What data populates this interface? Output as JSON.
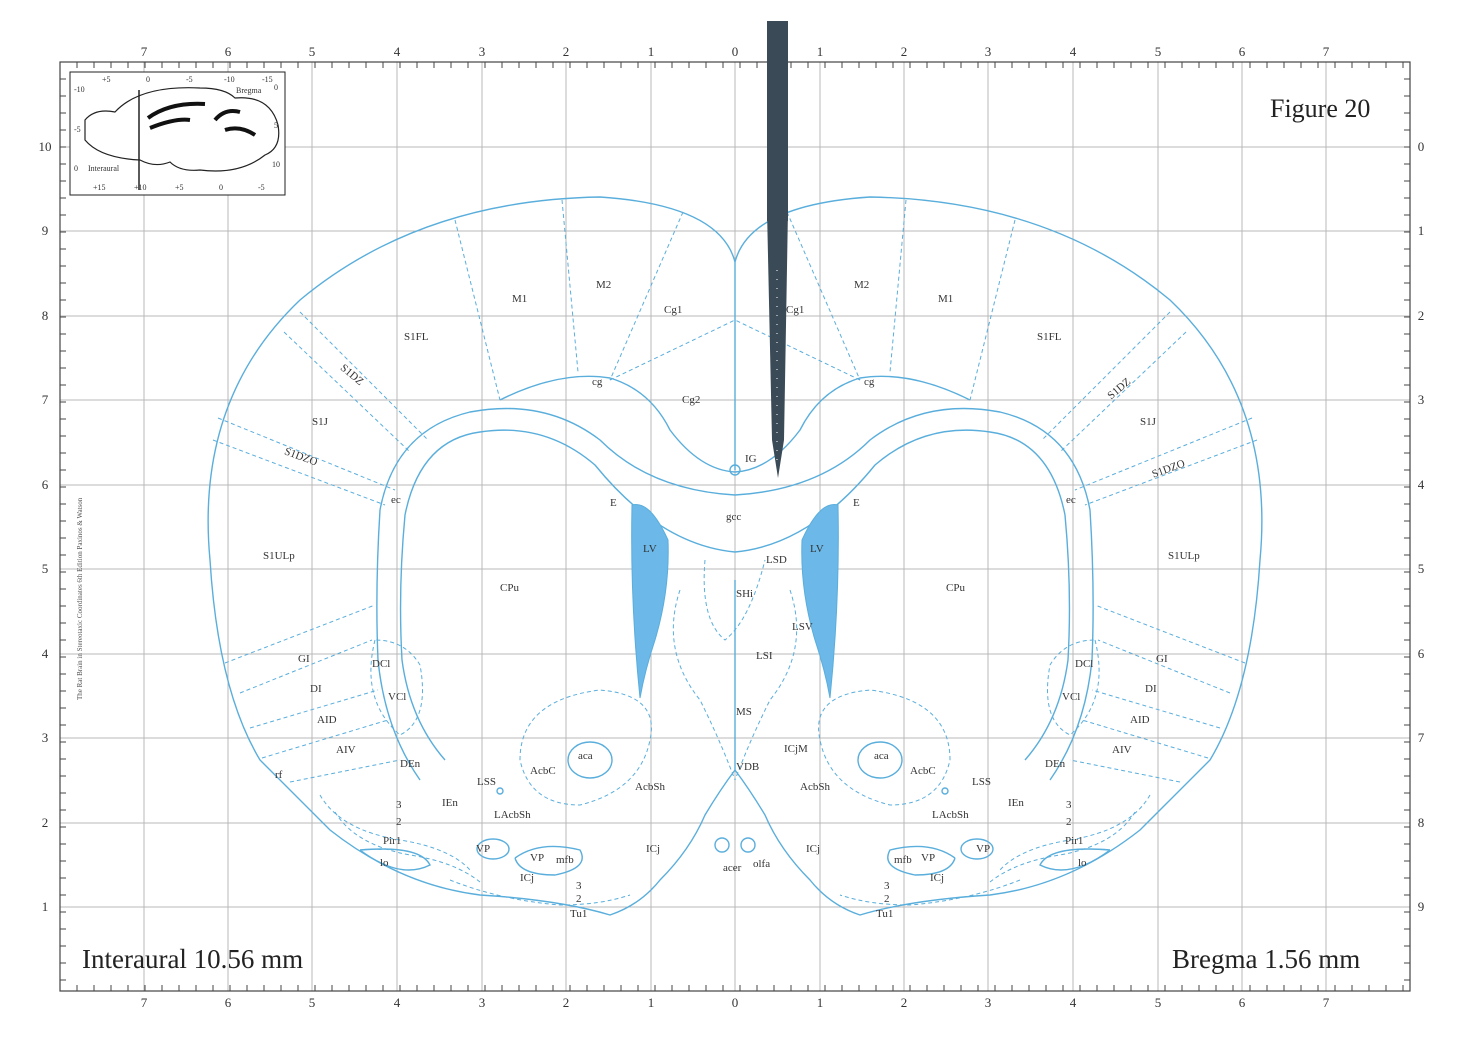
{
  "figure_label": "Figure 20",
  "interaural": "Interaural 10.56 mm",
  "bregma": "Bregma 1.56 mm",
  "side_caption": "The Rat Brain in Stereotaxic Coordinates 6th Edition Paxinos & Watson",
  "top_ticks": [
    "7",
    "6",
    "5",
    "4",
    "3",
    "2",
    "1",
    "0",
    "1",
    "2",
    "3",
    "4",
    "5",
    "6",
    "7"
  ],
  "bottom_ticks": [
    "7",
    "6",
    "5",
    "4",
    "3",
    "2",
    "1",
    "0",
    "1",
    "2",
    "3",
    "4",
    "5",
    "6",
    "7"
  ],
  "left_ticks": [
    "10",
    "9",
    "8",
    "7",
    "6",
    "5",
    "4",
    "3",
    "2",
    "1"
  ],
  "right_ticks": [
    "0",
    "1",
    "2",
    "3",
    "4",
    "5",
    "6",
    "7",
    "8",
    "9"
  ],
  "inset": {
    "label_bregma": "Bregma",
    "label_interaural": "Interaural",
    "top": [
      "+5",
      "0",
      "-5",
      "-10",
      "-15"
    ],
    "bottom": [
      "+15",
      "+10",
      "+5",
      "0",
      "-5"
    ],
    "left": [
      "-10",
      "-5",
      "0"
    ],
    "right": [
      "0",
      "5",
      "10"
    ]
  },
  "regions": {
    "m1_l": "M1",
    "m2_l": "M2",
    "cg1_l": "Cg1",
    "cg2": "Cg2",
    "cg_l": "cg",
    "m1_r": "M1",
    "m2_r": "M2",
    "cg1_r": "Cg1",
    "cg_r": "cg",
    "s1fl_l": "S1FL",
    "s1dz_l": "S1DZ",
    "s1j_l": "S1J",
    "s1dzo_l": "S1DZO",
    "s1ulp_l": "S1ULp",
    "s1fl_r": "S1FL",
    "s1dz_r": "S1DZ",
    "s1j_r": "S1J",
    "s1dzo_r": "S1DZO",
    "s1ulp_r": "S1ULp",
    "ec_l": "ec",
    "ec_r": "ec",
    "cpu_l": "CPu",
    "cpu_r": "CPu",
    "gi_l": "GI",
    "di_l": "DI",
    "aid_l": "AID",
    "aiv_l": "AIV",
    "rf": "rf",
    "gi_r": "GI",
    "di_r": "DI",
    "aid_r": "AID",
    "aiv_r": "AIV",
    "dci_l": "DCl",
    "vci_l": "VCl",
    "den_l": "DEn",
    "ien_l": "IEn",
    "dci_r": "DCl",
    "vci_r": "VCl",
    "den_r": "DEn",
    "ien_r": "IEn",
    "ig": "IG",
    "gcc": "gcc",
    "e_l": "E",
    "e_r": "E",
    "lv_l": "LV",
    "lv_r": "LV",
    "lsd": "LSD",
    "shi": "SHi",
    "lsv": "LSV",
    "lsi": "LSI",
    "ms": "MS",
    "icjm": "ICjM",
    "vdb": "VDB",
    "aca_l": "aca",
    "aca_r": "aca",
    "acbc_l": "AcbC",
    "acbc_r": "AcbC",
    "acbsh_l": "AcbSh",
    "acbsh_r": "AcbSh",
    "lss_l": "LSS",
    "lss_r": "LSS",
    "lacbsh_l": "LAcbSh",
    "lacbsh_r": "LAcbSh",
    "n3_l": "3",
    "n2_l": "2",
    "pir1_l": "Pir1",
    "lo_l": "lo",
    "n3_r": "3",
    "n2_r": "2",
    "pir1_r": "Pir1",
    "lo_r": "lo",
    "vp_l1": "VP",
    "vp_l2": "VP",
    "mfb_l": "mfb",
    "icj_l1": "ICj",
    "icj_l2": "ICj",
    "vp_r1": "VP",
    "vp_r2": "VP",
    "mfb_r": "mfb",
    "icj_r1": "ICj",
    "icj_r2": "ICj",
    "acer": "acer",
    "olfa": "olfa",
    "tu_n3_l": "3",
    "tu_n2_l": "2",
    "tu1_l": "Tu1",
    "tu_n3_r": "3",
    "tu_n2_r": "2",
    "tu1_r": "Tu1"
  },
  "colors": {
    "outline": "#5aaedc",
    "ventricle": "#6cb8e8",
    "probe": "#3b4a57",
    "grid": "#b8b8b8"
  }
}
